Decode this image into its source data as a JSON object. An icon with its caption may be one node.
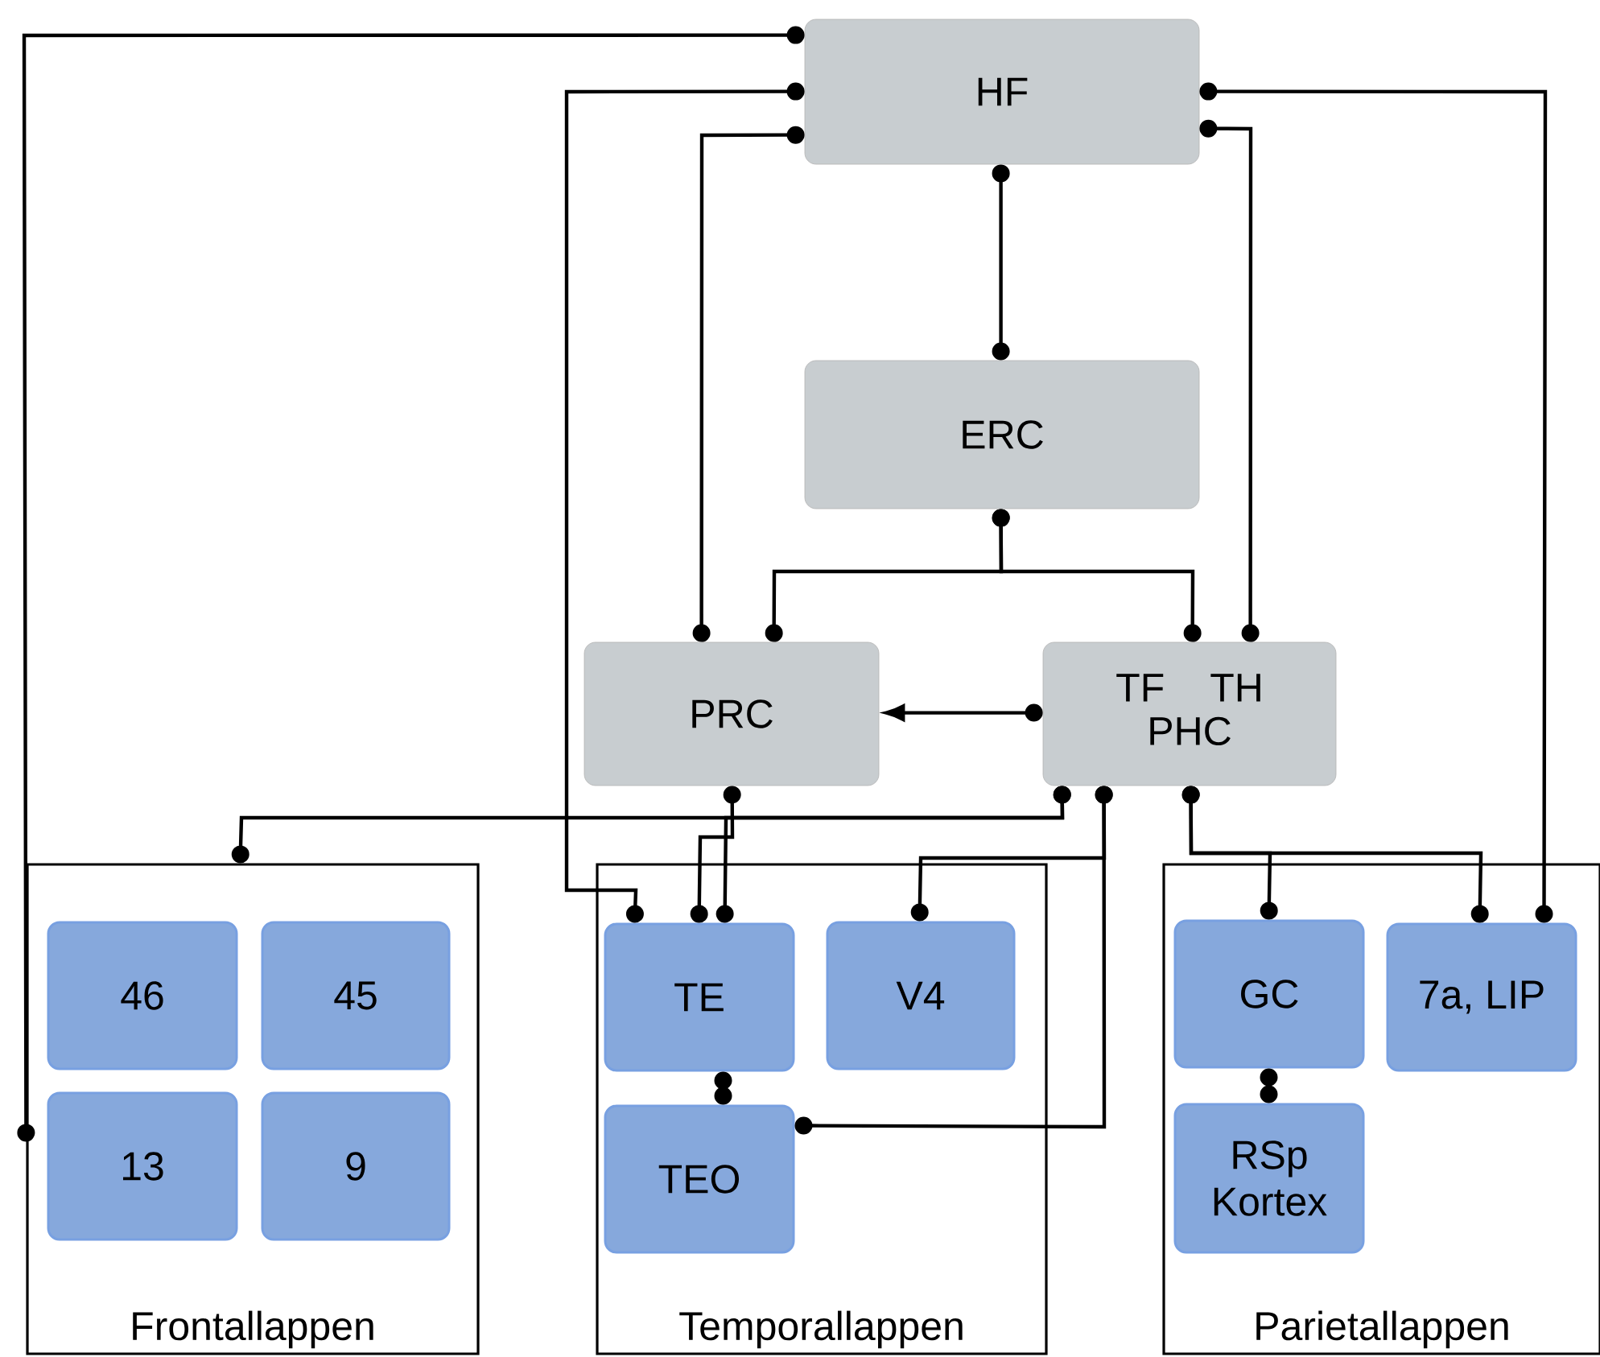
{
  "diagram": {
    "nodes": [
      {
        "text": [
          "HF"
        ]
      },
      {
        "text": [
          "ERC"
        ]
      },
      {
        "text": [
          "PRC"
        ]
      },
      {
        "text": [
          "TF",
          "TH",
          "PHC"
        ]
      },
      {
        "text": [
          "Frontallappen"
        ]
      },
      {
        "text": [
          "46"
        ],
        "in": 4
      },
      {
        "text": [
          "45"
        ],
        "in": 4
      },
      {
        "text": [
          "13"
        ],
        "in": 4
      },
      {
        "text": [
          "9"
        ],
        "in": 4
      },
      {
        "text": [
          "Temporallappen"
        ]
      },
      {
        "text": [
          "TE"
        ],
        "in": 9
      },
      {
        "text": [
          "V4"
        ],
        "in": 9
      },
      {
        "text": [
          "TEO"
        ],
        "in": 9
      },
      {
        "text": [
          "Parietallappen"
        ]
      },
      {
        "text": [
          "GC"
        ],
        "in": 13
      },
      {
        "text": [
          "7a, LIP"
        ],
        "in": 13
      },
      {
        "text": [
          "RSp Kortex"
        ],
        "in": 13
      }
    ],
    "edges": [
      {
        "from": 0,
        "to": 4,
        "arrow": "other"
      },
      {
        "from": 0,
        "to": 10,
        "arrow": "other"
      },
      {
        "from": 0,
        "to": 2,
        "arrow": "other"
      },
      {
        "from": 0,
        "to": 15,
        "arrow": "other"
      },
      {
        "from": 0,
        "to": 3,
        "arrow": "other"
      },
      {
        "from": 0,
        "to": 1,
        "arrow": "other"
      },
      {
        "from": 1,
        "to": 2,
        "arrow": "other"
      },
      {
        "from": 1,
        "to": 3,
        "arrow": "other"
      },
      {
        "from": 3,
        "to": 2,
        "arrow": "to"
      },
      {
        "from": 2,
        "to": 10,
        "arrow": "other"
      },
      {
        "from": 3,
        "to": 4,
        "arrow": "other"
      },
      {
        "from": 3,
        "to": 10,
        "arrow": "other"
      },
      {
        "from": 3,
        "to": 11,
        "arrow": "other"
      },
      {
        "from": 3,
        "to": 12,
        "arrow": "other"
      },
      {
        "from": 3,
        "to": 14,
        "arrow": "other"
      },
      {
        "from": 3,
        "to": 15,
        "arrow": "other"
      },
      {
        "from": 10,
        "to": 12,
        "arrow": "other"
      },
      {
        "from": 14,
        "to": 16,
        "arrow": "other"
      }
    ]
  }
}
